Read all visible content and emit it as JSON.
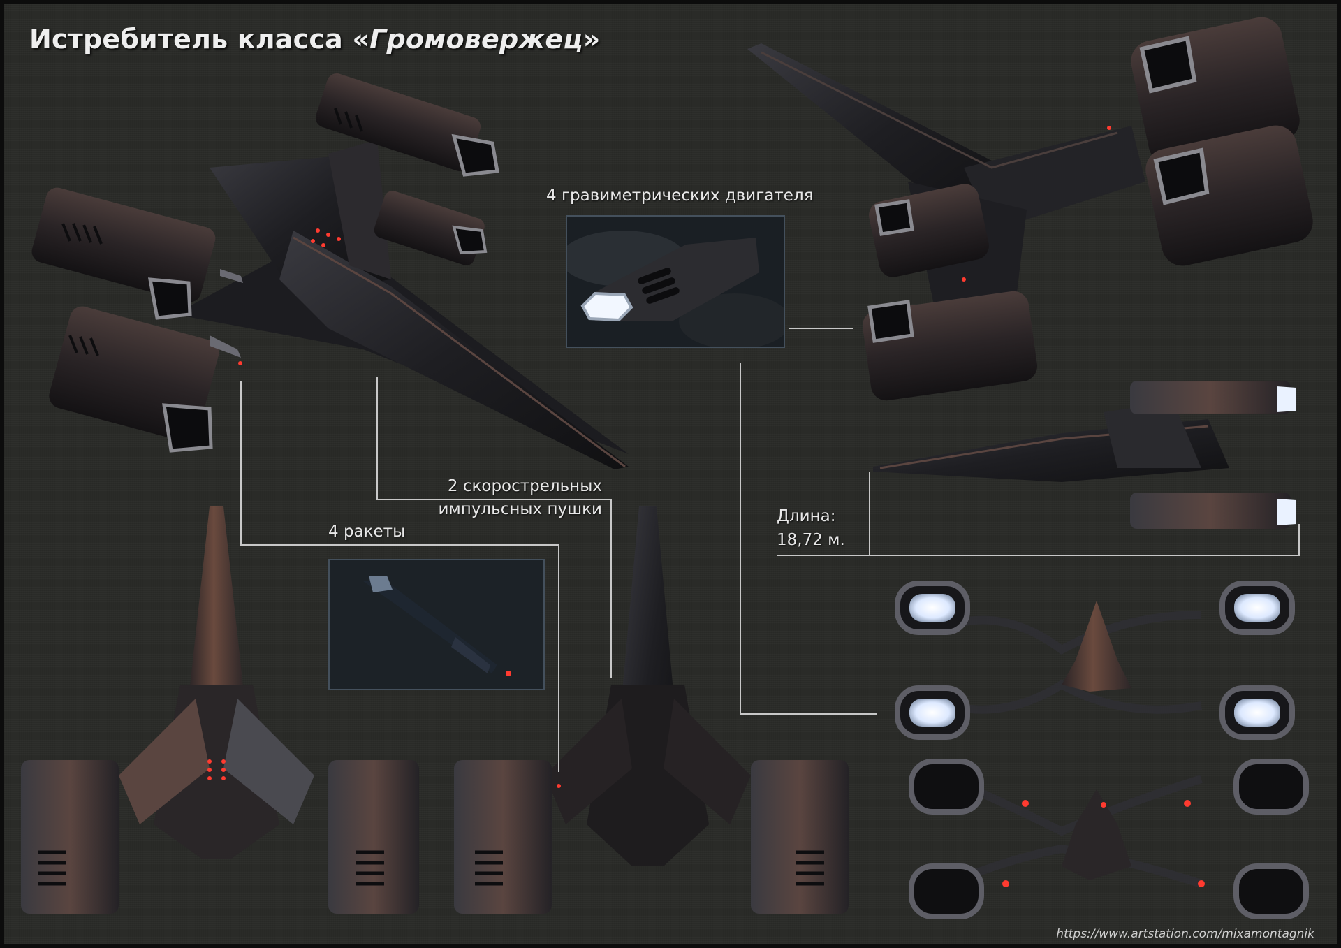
{
  "title": {
    "prefix": "Истребитель класса «",
    "name": "Громовержец",
    "suffix": "»"
  },
  "callouts": {
    "engines": "4 гравиметрических двигателя",
    "cannons_line1": "2 скорострельных",
    "cannons_line2": "импульсных пушки",
    "missiles": "4 ракеты",
    "length_line1": "Длина:",
    "length_line2": "18,72 м."
  },
  "credit": "https://www.artstation.com/mixamontagnik",
  "colors": {
    "background": "#2a2b28",
    "hull_dark": "#1b1b1d",
    "hull_copper": "#6a4a3e",
    "hull_grey": "#4a4a50",
    "leader_line": "#c8c8c8",
    "engine_glow": "#e8f2ff",
    "indicator_red": "#ff3b30",
    "inset_frame": "#44505c"
  },
  "icons": {
    "engine_detail": "engine-closeup-image",
    "missile_detail": "missile-closeup-image"
  }
}
